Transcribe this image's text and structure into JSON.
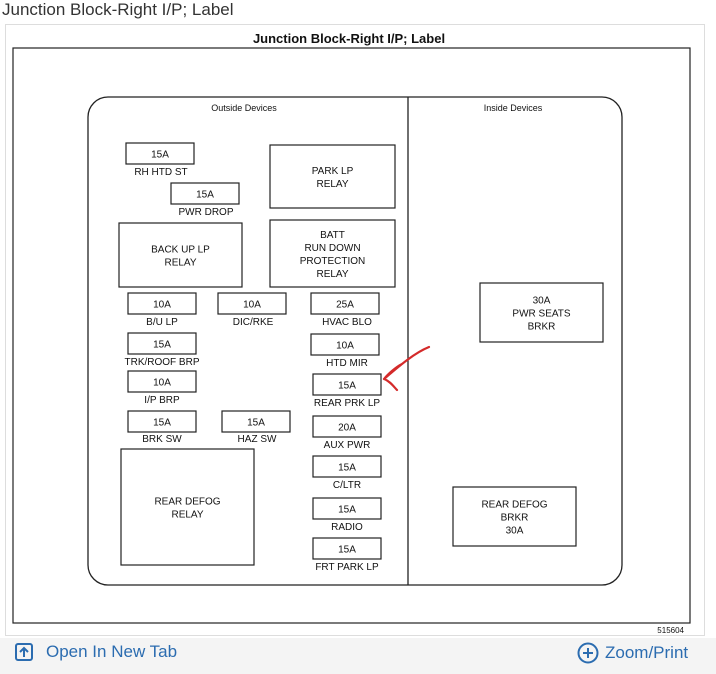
{
  "page_title": "Junction Block-Right I/P; Label",
  "diagram": {
    "title": "Junction Block-Right I/P; Label",
    "sections": {
      "outside": "Outside Devices",
      "inside": "Inside Devices"
    },
    "figure_number": "515604",
    "components": [
      {
        "id": "rh-htd-st",
        "kind": "fuse",
        "rating": "15A",
        "label": "RH HTD ST"
      },
      {
        "id": "pwr-drop",
        "kind": "fuse",
        "rating": "15A",
        "label": "PWR DROP"
      },
      {
        "id": "park-lp-relay",
        "kind": "relay",
        "lines": [
          "PARK LP",
          "RELAY"
        ]
      },
      {
        "id": "back-up-lp-relay",
        "kind": "relay",
        "lines": [
          "BACK UP LP",
          "RELAY"
        ]
      },
      {
        "id": "batt-run-down-relay",
        "kind": "relay",
        "lines": [
          "BATT",
          "RUN DOWN",
          "PROTECTION",
          "RELAY"
        ]
      },
      {
        "id": "bu-lp",
        "kind": "fuse",
        "rating": "10A",
        "label": "B/U LP"
      },
      {
        "id": "dic-rke",
        "kind": "fuse",
        "rating": "10A",
        "label": "DIC/RKE"
      },
      {
        "id": "hvac-blo",
        "kind": "fuse",
        "rating": "25A",
        "label": "HVAC BLO"
      },
      {
        "id": "trk-roof-brp",
        "kind": "fuse",
        "rating": "15A",
        "label": "TRK/ROOF BRP"
      },
      {
        "id": "htd-mir",
        "kind": "fuse",
        "rating": "10A",
        "label": "HTD MIR"
      },
      {
        "id": "ip-brp",
        "kind": "fuse",
        "rating": "10A",
        "label": "I/P BRP"
      },
      {
        "id": "rear-prk-lp",
        "kind": "fuse",
        "rating": "15A",
        "label": "REAR PRK LP"
      },
      {
        "id": "brk-sw",
        "kind": "fuse",
        "rating": "15A",
        "label": "BRK SW"
      },
      {
        "id": "haz-sw",
        "kind": "fuse",
        "rating": "15A",
        "label": "HAZ SW"
      },
      {
        "id": "aux-pwr",
        "kind": "fuse",
        "rating": "20A",
        "label": "AUX PWR"
      },
      {
        "id": "rear-defog-relay",
        "kind": "relay",
        "lines": [
          "REAR DEFOG",
          "RELAY"
        ]
      },
      {
        "id": "c-ltr",
        "kind": "fuse",
        "rating": "15A",
        "label": "C/LTR"
      },
      {
        "id": "radio",
        "kind": "fuse",
        "rating": "15A",
        "label": "RADIO"
      },
      {
        "id": "frt-park-lp",
        "kind": "fuse",
        "rating": "15A",
        "label": "FRT PARK LP"
      },
      {
        "id": "pwr-seats-brkr",
        "kind": "breaker",
        "lines": [
          "30A",
          "PWR SEATS",
          "BRKR"
        ]
      },
      {
        "id": "rear-defog-brkr",
        "kind": "breaker",
        "lines": [
          "REAR DEFOG",
          "BRKR",
          "30A"
        ]
      }
    ],
    "annotation": {
      "kind": "hand-drawn-arrow",
      "color": "#d42a2a",
      "points_to": "rear-prk-lp"
    }
  },
  "toolbar": {
    "open_new_tab": "Open In New Tab",
    "zoom_print": "Zoom/Print"
  },
  "colors": {
    "link": "#2b6cb0",
    "line": "#222222",
    "annotation": "#d42a2a"
  }
}
